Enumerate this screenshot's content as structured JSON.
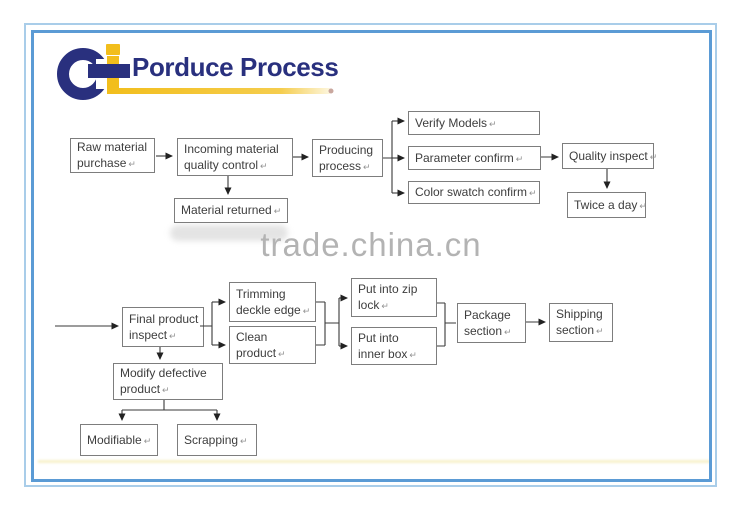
{
  "ui": {
    "return_mark": "↵"
  },
  "header": {
    "brand_title": "Porduce Process",
    "brand_navy": "#29307e",
    "brand_yellow": "#f2be1c"
  },
  "watermark": {
    "text": "trade.china.cn"
  },
  "colors": {
    "frame_outer": "#a9cde9",
    "frame_inner": "#5b9bd5",
    "box_border": "#7d7d7d",
    "box_text": "#3d3d3d",
    "arrow": "#333333",
    "watermark_gray": "#b3b3b3"
  },
  "flowchart": {
    "boxes": {
      "raw_material": {
        "line1": "Raw material",
        "line2": "purchase"
      },
      "incoming": {
        "line1": "Incoming material",
        "line2": "quality control"
      },
      "producing": {
        "line1": "Producing",
        "line2": "process"
      },
      "material_returned": {
        "line1": "Material returned"
      },
      "verify_models": {
        "line1": "Verify Models"
      },
      "parameter_confirm": {
        "line1": "Parameter confirm"
      },
      "color_swatch": {
        "line1": "Color swatch confirm"
      },
      "quality_inspect": {
        "line1": "Quality inspect"
      },
      "twice_a_day": {
        "line1": "Twice a day"
      },
      "final_inspect": {
        "line1": "Final product",
        "line2": "inspect"
      },
      "trimming": {
        "line1": "Trimming",
        "line2": "deckle edge"
      },
      "clean_product": {
        "line1": "Clean",
        "line2": "product"
      },
      "zip_lock": {
        "line1": "Put into zip",
        "line2": "lock"
      },
      "inner_box": {
        "line1": "Put into",
        "line2": "inner box"
      },
      "package": {
        "line1": "Package",
        "line2": "section"
      },
      "shipping": {
        "line1": "Shipping",
        "line2": "section"
      },
      "modify": {
        "line1": "Modify defective",
        "line2": "product"
      },
      "modifiable": {
        "line1": "Modifiable"
      },
      "scrapping": {
        "line1": "Scrapping"
      }
    }
  }
}
